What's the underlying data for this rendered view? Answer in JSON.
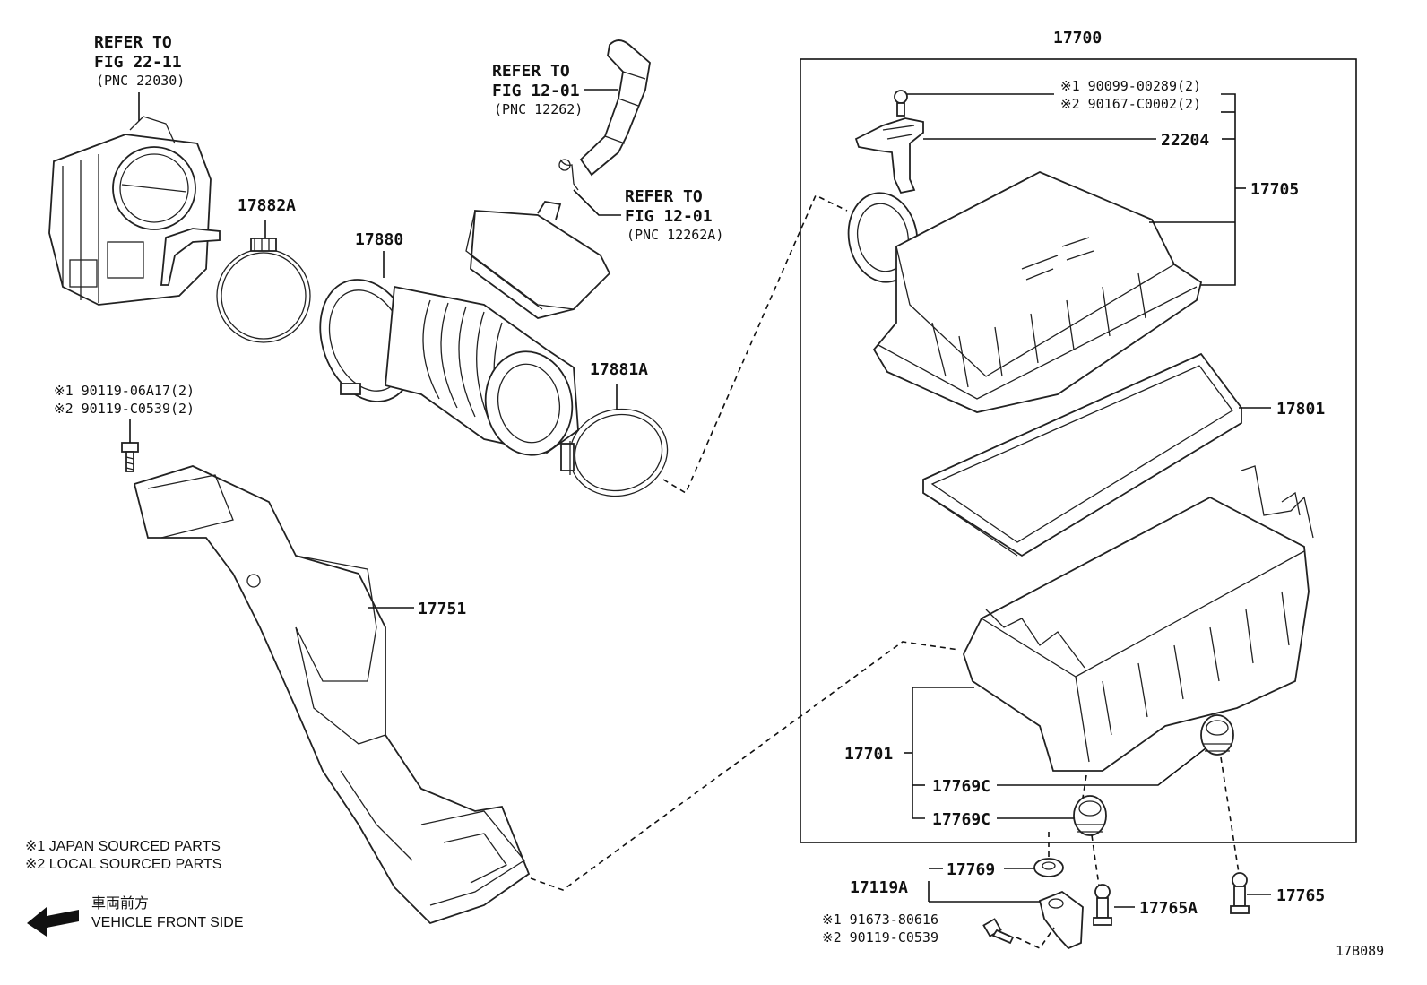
{
  "refs": {
    "ref_22_11": {
      "line1": "REFER TO",
      "line2": "FIG 22-11",
      "line3": "(PNC 22030)"
    },
    "ref_12_01_a": {
      "line1": "REFER TO",
      "line2": "FIG 12-01",
      "line3": "(PNC 12262)"
    },
    "ref_12_01_b": {
      "line1": "REFER TO",
      "line2": "FIG 12-01",
      "line3": "(PNC 12262A)"
    }
  },
  "parts": {
    "p17700": "17700",
    "p17705": "17705",
    "p22204": "22204",
    "p17801": "17801",
    "p17701": "17701",
    "p17769c_a": "17769C",
    "p17769c_b": "17769C",
    "p17769": "17769",
    "p17119a": "17119A",
    "p17765a": "17765A",
    "p17765": "17765",
    "p17751": "17751",
    "p17880": "17880",
    "p17882a": "17882A",
    "p17881a": "17881A"
  },
  "bolts": {
    "top_1": "※1 90099-00289(2)",
    "top_2": "※2 90167-C0002(2)",
    "left_1": "※1 90119-06A17(2)",
    "left_2": "※2 90119-C0539(2)",
    "bottom_1": "※1 91673-80616",
    "bottom_2": "※2 90119-C0539"
  },
  "legend": {
    "item1": "※1  JAPAN SOURCED PARTS",
    "item2": "※2  LOCAL SOURCED PARTS",
    "front_jp": "車両前方",
    "front_en": "VEHICLE FRONT SIDE"
  },
  "figure_code": "17B089"
}
